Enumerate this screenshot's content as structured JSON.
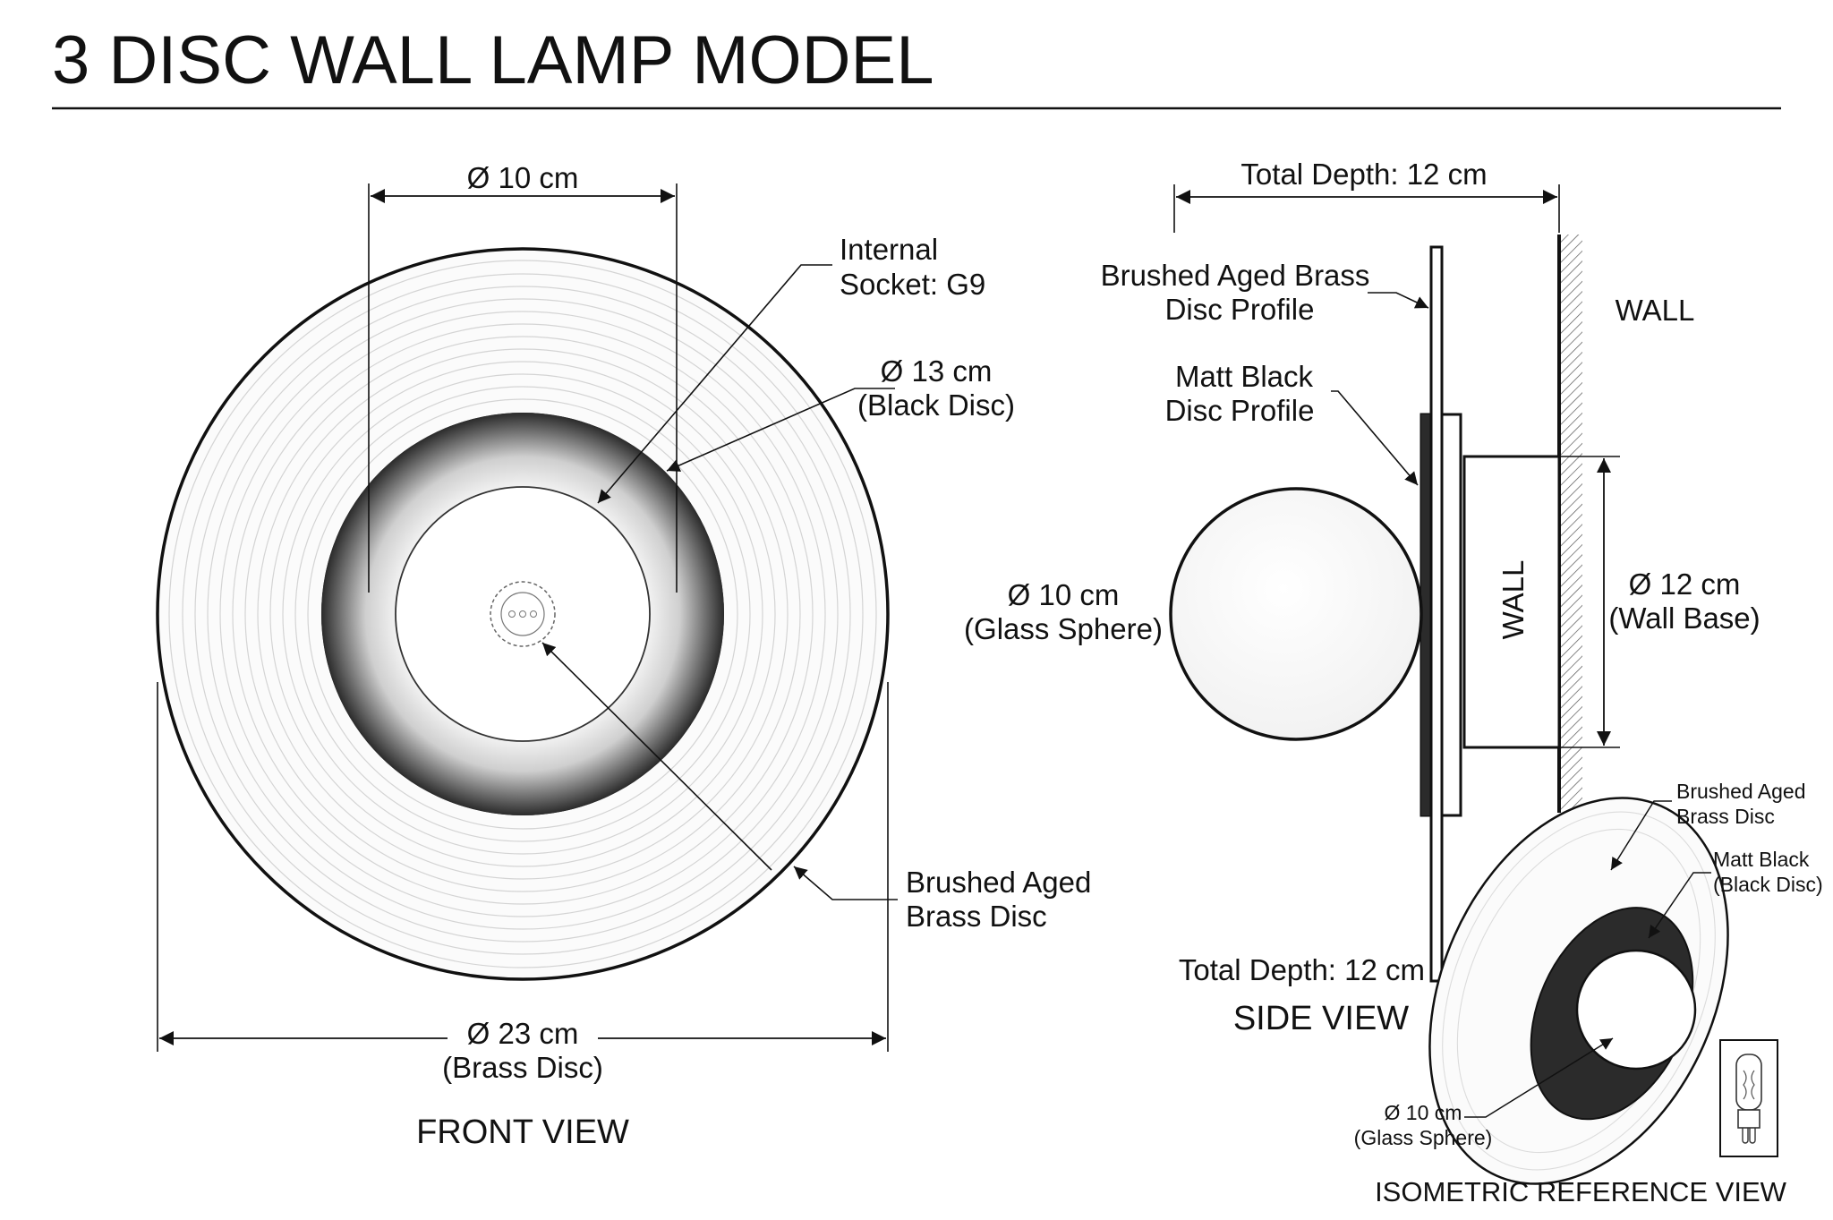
{
  "title": "3 DISC WALL LAMP MODEL",
  "front_view": {
    "label": "FRONT VIEW",
    "dim_inner": "Ø 10 cm",
    "dim_brass_value": "Ø 23 cm",
    "dim_brass_note": "(Brass Disc)",
    "socket_line1": "Internal",
    "socket_line2": "Socket: G9",
    "black_value": "Ø 13 cm",
    "black_note": "(Black Disc)",
    "brass_line1": "Brushed Aged",
    "brass_line2": "Brass Disc"
  },
  "side_view": {
    "label": "SIDE VIEW",
    "total_depth_top": "Total Depth: 12 cm",
    "total_depth_bottom": "Total Depth: 12 cm",
    "brass_profile_line1": "Brushed Aged Brass",
    "brass_profile_line2": "Disc Profile",
    "black_profile_line1": "Matt Black",
    "black_profile_line2": "Disc Profile",
    "wall_label": "WALL",
    "wall_vertical": "WALL",
    "sphere_value": "Ø 10 cm",
    "sphere_note": "(Glass Sphere)",
    "base_value": "Ø 12 cm",
    "base_note": "(Wall Base)"
  },
  "iso_view": {
    "label": "ISOMETRIC REFERENCE VIEW",
    "brass_line1": "Brushed Aged",
    "brass_line2": "Brass Disc",
    "black_line1": "Matt Black",
    "black_line2": "(Black Disc)",
    "sphere_value": "Ø 10 cm",
    "sphere_note": "(Glass Sphere)"
  },
  "icons": [
    "g9-bulb-icon"
  ],
  "colors": {
    "line": "#111111",
    "black_disc": "#2b2b2b",
    "background": "#ffffff"
  }
}
